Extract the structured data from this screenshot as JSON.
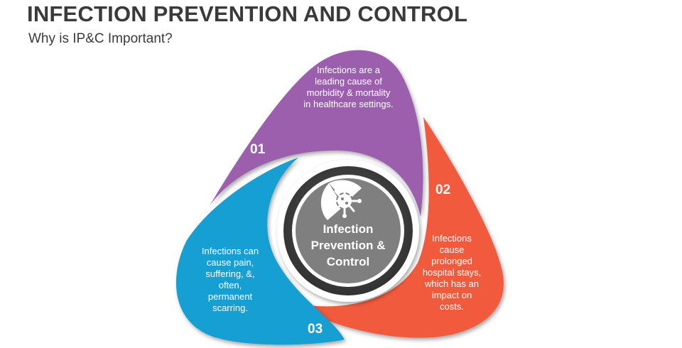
{
  "title": "INFECTION PREVENTION AND CONTROL",
  "subtitle": "Why is IP&C Important?",
  "center": {
    "label_line1": "Infection",
    "label_line2": "Prevention &",
    "label_line3": "Control",
    "icon": "virus-shield-icon"
  },
  "segments": [
    {
      "number": "01",
      "color": "#9b5fae",
      "lines": [
        "Infections are a",
        "leading cause of",
        "morbidity & mortality",
        "in healthcare settings."
      ]
    },
    {
      "number": "02",
      "color": "#f15a3c",
      "lines": [
        "Infections",
        "cause",
        "prolonged",
        "hospital stays,",
        "which has an",
        "impact on",
        "costs."
      ]
    },
    {
      "number": "03",
      "color": "#139fd3",
      "lines": [
        "Infections can",
        "cause pain,",
        "suffering, &,",
        "often,",
        "permanent",
        "scarring."
      ]
    }
  ]
}
